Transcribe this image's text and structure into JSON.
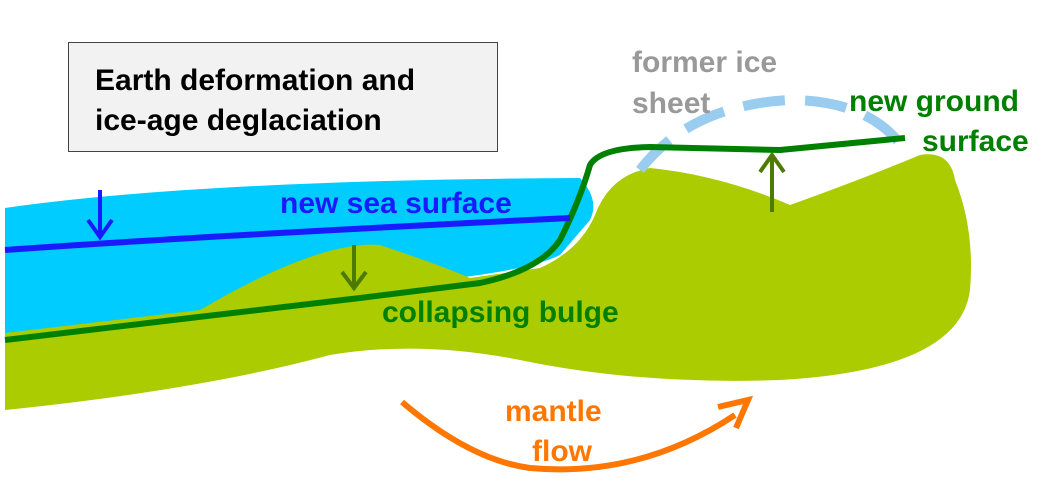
{
  "title": {
    "line1": "Earth deformation and",
    "line2": "ice-age deglaciation"
  },
  "labels": {
    "former_ice_line1": "former ice",
    "former_ice_line2": "sheet",
    "new_ground_line1": "new ground",
    "new_ground_line2": "surface",
    "new_sea_surface": "new sea surface",
    "collapsing_bulge": "collapsing bulge",
    "mantle_line1": "mantle",
    "mantle_line2": "flow"
  },
  "colors": {
    "sea": "#00ccff",
    "earth": "#aacc00",
    "ground_line": "#008000",
    "sea_line": "#1a1aff",
    "ice_sheet": "#99ccee",
    "mantle": "#ff7700",
    "gray_text": "#999999",
    "down_arrow": "#4d7a00"
  }
}
